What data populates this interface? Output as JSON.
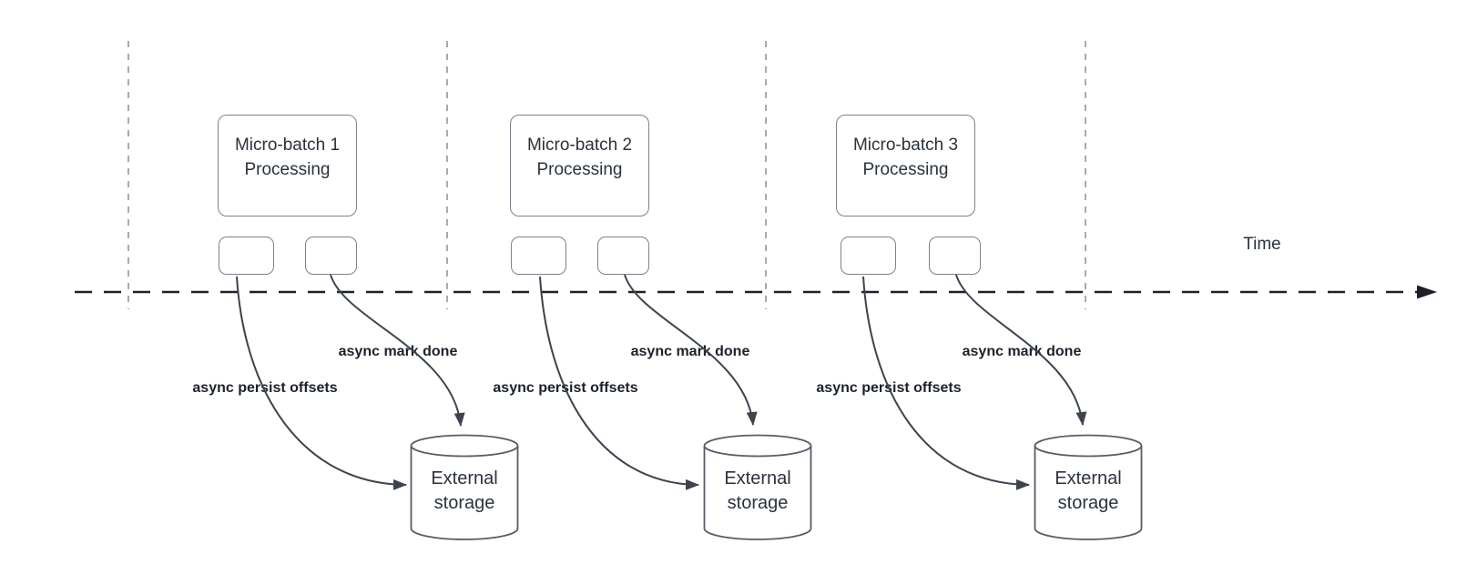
{
  "timeline": {
    "label": "Time"
  },
  "groups": [
    {
      "box_title": "Micro-batch 1\nProcessing",
      "persist_label": "async persist offsets",
      "done_label": "async mark done",
      "storage_label": "External\nstorage"
    },
    {
      "box_title": "Micro-batch 2\nProcessing",
      "persist_label": "async persist offsets",
      "done_label": "async mark done",
      "storage_label": "External\nstorage"
    },
    {
      "box_title": "Micro-batch 3\nProcessing",
      "persist_label": "async persist offsets",
      "done_label": "async mark done",
      "storage_label": "External\nstorage"
    }
  ],
  "colors": {
    "shape_stroke": "#7b828b",
    "storage_stroke": "#565d66",
    "box_text": "#2a323e",
    "label_text": "#1b222c",
    "arrow": "#3d444e",
    "timeline_line": "#1c2128",
    "guide_line": "#a7aaaf"
  }
}
